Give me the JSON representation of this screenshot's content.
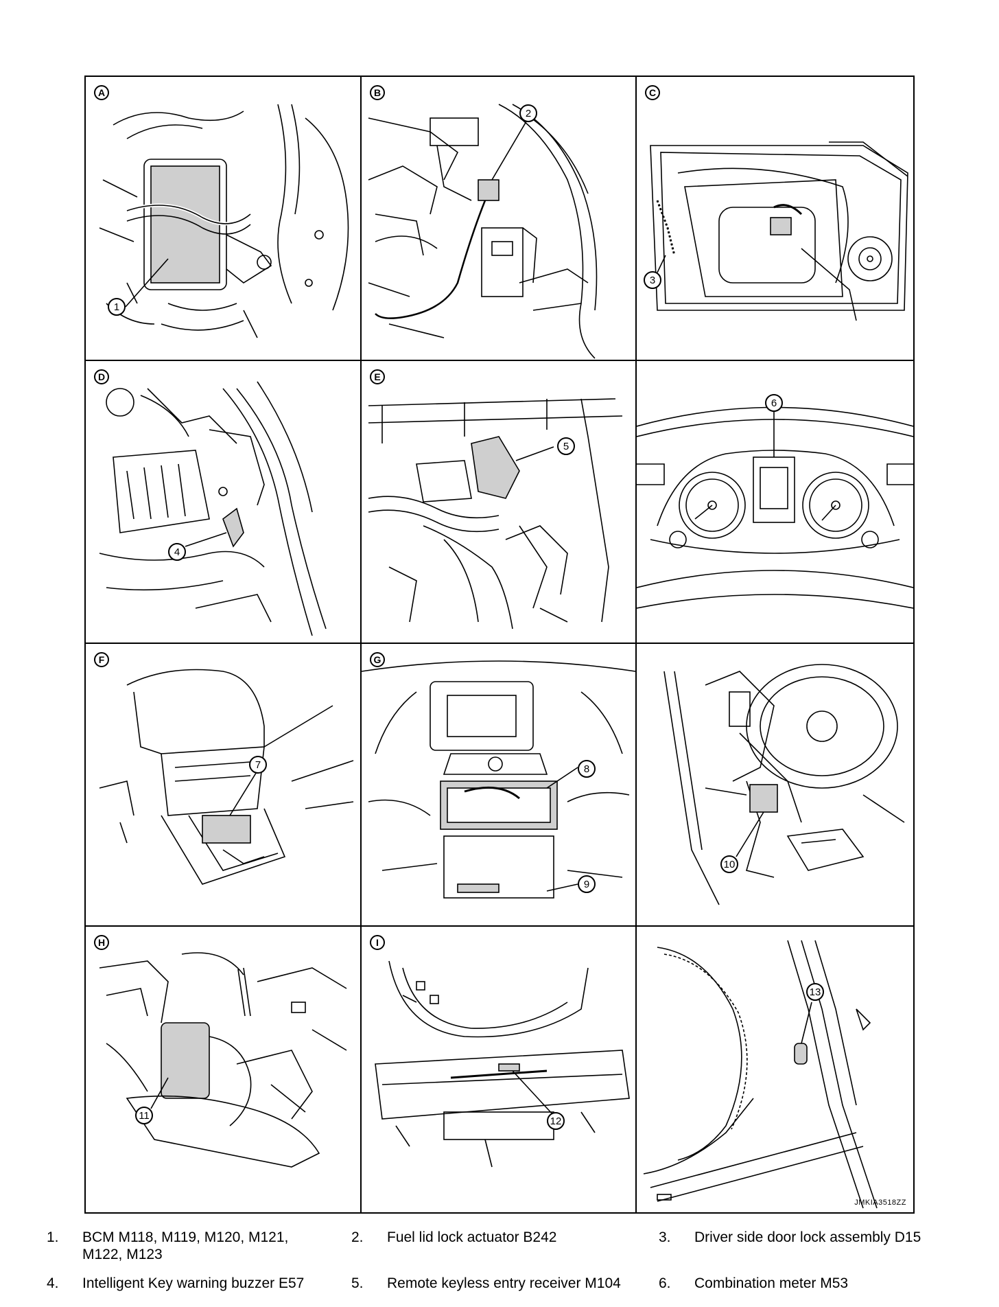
{
  "panels": [
    {
      "letter": "A",
      "callouts": [
        "1"
      ]
    },
    {
      "letter": "B",
      "callouts": [
        "2"
      ]
    },
    {
      "letter": "C",
      "callouts": [
        "3"
      ]
    },
    {
      "letter": "D",
      "callouts": [
        "4"
      ]
    },
    {
      "letter": "E",
      "callouts": [
        "5"
      ]
    },
    {
      "letter": "",
      "callouts": [
        "6"
      ]
    },
    {
      "letter": "F",
      "callouts": [
        "7"
      ]
    },
    {
      "letter": "G",
      "callouts": [
        "8",
        "9"
      ]
    },
    {
      "letter": "",
      "callouts": [
        "10"
      ]
    },
    {
      "letter": "H",
      "callouts": [
        "11"
      ]
    },
    {
      "letter": "I",
      "callouts": [
        "12"
      ]
    },
    {
      "letter": "",
      "callouts": [
        "13"
      ]
    }
  ],
  "figure_code": "JMKIA3518ZZ",
  "legend": [
    {
      "num": "1.",
      "text_line1": "BCM M118, M119, M120, M121,",
      "text_line2": "M122, M123"
    },
    {
      "num": "2.",
      "text_line1": "Fuel lid lock actuator B242",
      "text_line2": ""
    },
    {
      "num": "3.",
      "text_line1": "Driver side door lock assembly D15",
      "text_line2": ""
    },
    {
      "num": "4.",
      "text_line1": "Intelligent Key warning buzzer E57",
      "text_line2": ""
    },
    {
      "num": "5.",
      "text_line1": "Remote keyless entry receiver M104",
      "text_line2": ""
    },
    {
      "num": "6.",
      "text_line1": "Combination meter M53",
      "text_line2": ""
    }
  ]
}
